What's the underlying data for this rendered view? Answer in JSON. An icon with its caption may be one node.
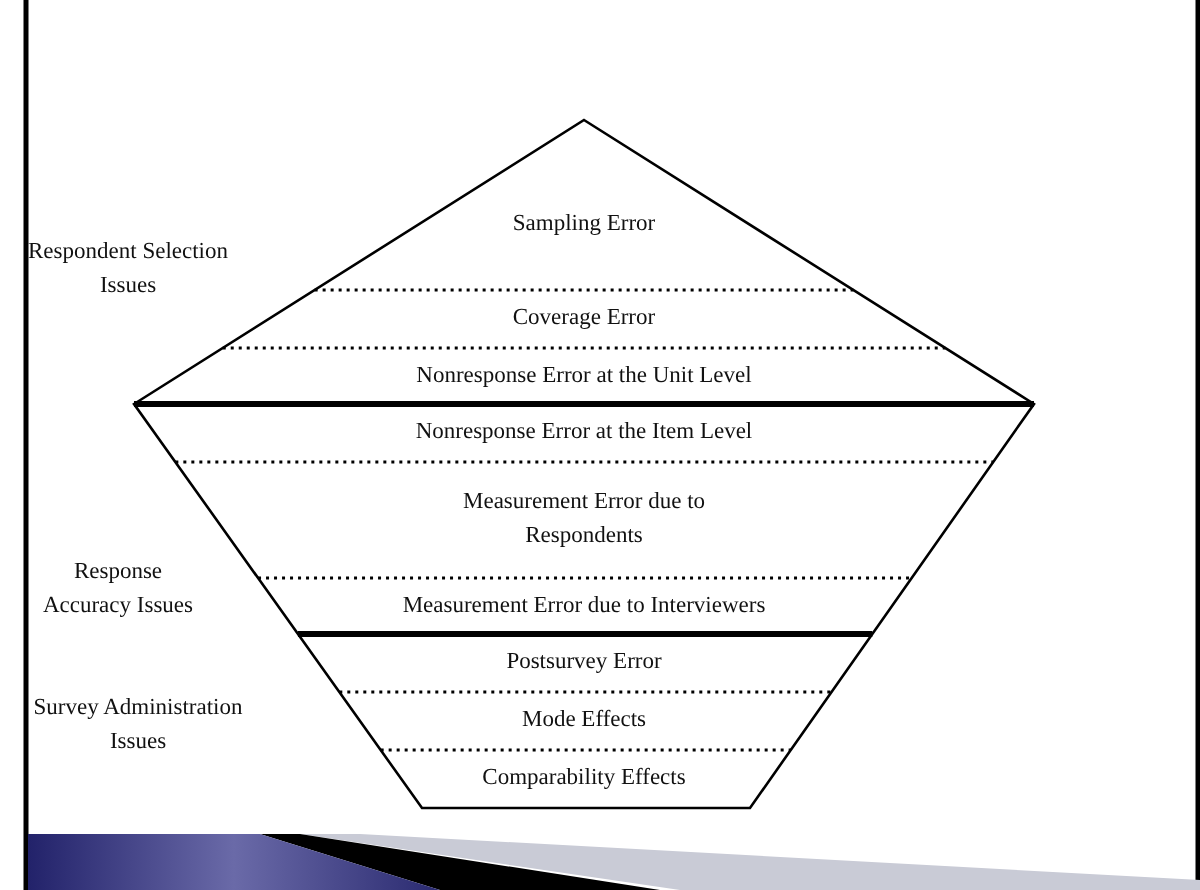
{
  "diagram": {
    "nodes": [
      {
        "text": [
          "Sampling Error"
        ]
      },
      {
        "text": [
          "Coverage Error"
        ]
      },
      {
        "text": [
          "Nonresponse Error at the Unit Level"
        ]
      },
      {
        "text": [
          "Nonresponse Error at the Item Level"
        ]
      },
      {
        "text": [
          "Measurement Error due to Respondents"
        ]
      },
      {
        "text": [
          "Measurement Error due to Interviewers"
        ]
      },
      {
        "text": [
          "Postsurvey Error"
        ]
      },
      {
        "text": [
          "Mode Effects"
        ]
      },
      {
        "text": [
          "Comparability Effects"
        ]
      }
    ],
    "edges": [],
    "labels": [
      "Respondent Selection Issues",
      "Response Accuracy Issues",
      "Survey Administration Issues"
    ]
  }
}
